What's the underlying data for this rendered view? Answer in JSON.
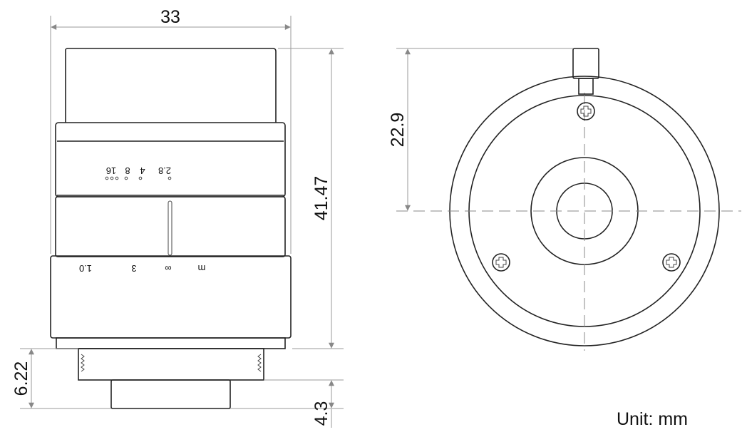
{
  "dimensions": {
    "width": "33",
    "height": "41.47",
    "mount": "6.22",
    "flange": "4.3",
    "center_height": "22.9"
  },
  "aperture_scale": {
    "first": "2.8",
    "second": "4",
    "third": "8",
    "fourth": "16"
  },
  "focus_scale": {
    "near": "1.0",
    "mid": "3",
    "inf": "∞",
    "unit": "m"
  },
  "unit_label": "Unit: mm"
}
